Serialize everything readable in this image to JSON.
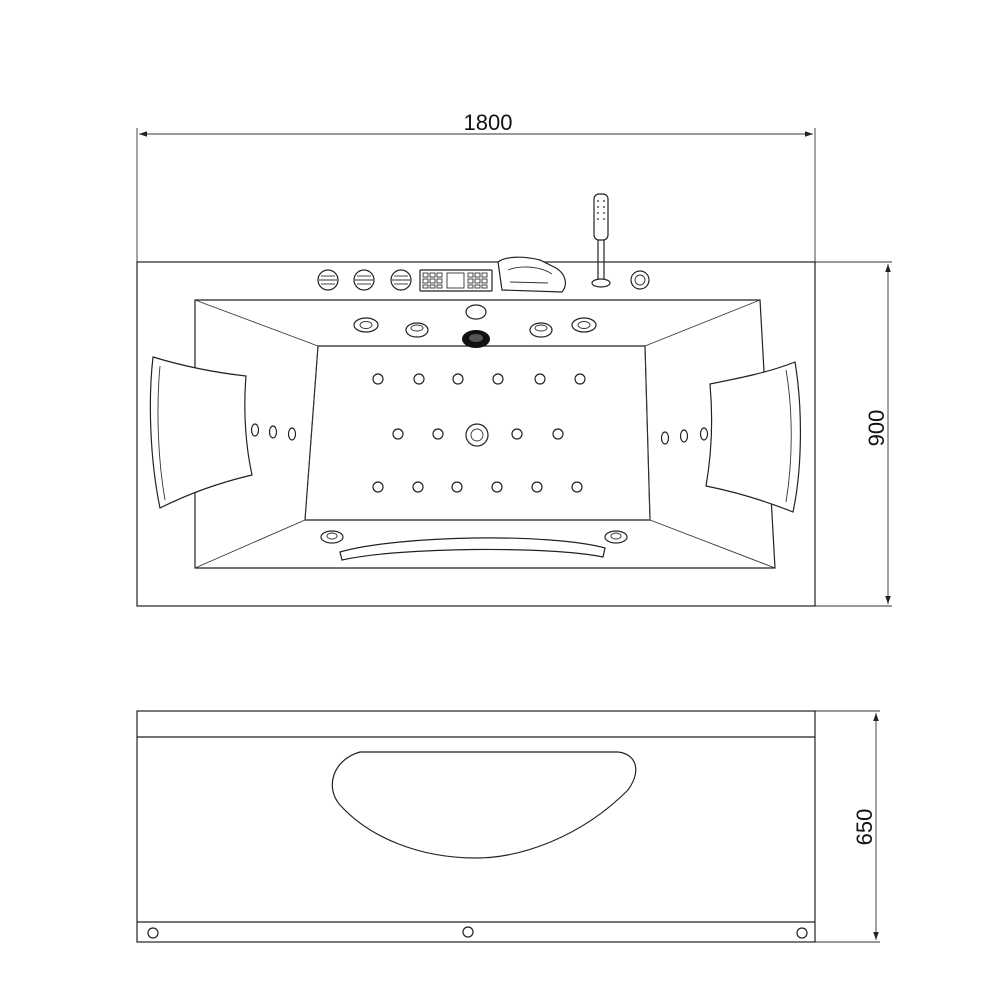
{
  "dimensions": {
    "length": "1800",
    "width": "900",
    "height": "650"
  },
  "colors": {
    "line": "#222222",
    "background": "#ffffff"
  },
  "icons": {
    "control_knobs": "rotary-knob-icon",
    "control_panel": "digital-control-panel-icon",
    "faucet": "waterfall-faucet-icon",
    "hand_shower": "hand-shower-icon",
    "drain": "drain-icon",
    "jets": "water-jet-icon",
    "pillows": "headrest-pillow-icon"
  }
}
